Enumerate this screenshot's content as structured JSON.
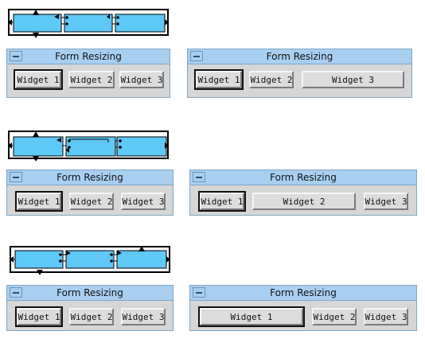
{
  "window_title": "Form Resizing",
  "colors": {
    "widget_fill": "#5ec8f7",
    "titlebar": "#a9cff0",
    "window_bg": "#d6d6d6"
  },
  "rows": [
    {
      "left": {
        "title": "Form Resizing",
        "buttons": [
          "Widget 1",
          "Widget 2",
          "Widget 3"
        ]
      },
      "right": {
        "title": "Form Resizing",
        "buttons": [
          "Widget 1",
          "Widget 2",
          "Widget 3"
        ]
      }
    },
    {
      "left": {
        "title": "Form Resizing",
        "buttons": [
          "Widget 1",
          "Widget 2",
          "Widget 3"
        ]
      },
      "right": {
        "title": "Form Resizing",
        "buttons": [
          "Widget 1",
          "Widget 2",
          "Widget 3"
        ]
      }
    },
    {
      "left": {
        "title": "Form Resizing",
        "buttons": [
          "Widget 1",
          "Widget 2",
          "Widget 3"
        ]
      },
      "right": {
        "title": "Form Resizing",
        "buttons": [
          "Widget 1",
          "Widget 2",
          "Widget 3"
        ]
      }
    }
  ]
}
